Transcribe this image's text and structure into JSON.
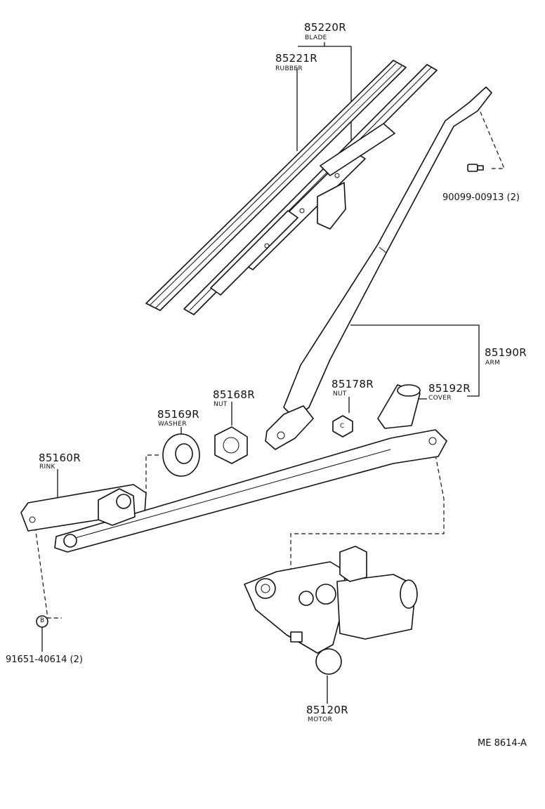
{
  "parts": {
    "blade": {
      "number": "85220R",
      "name": "BLADE"
    },
    "rubber": {
      "number": "85221R",
      "name": "RUBBER"
    },
    "screw": {
      "number": "90099-00913 (2)"
    },
    "arm": {
      "number": "85190R",
      "name": "ARM"
    },
    "nut_small": {
      "number": "85178R",
      "name": "NUT"
    },
    "cover": {
      "number": "85192R",
      "name": "COVER"
    },
    "nut": {
      "number": "85168R",
      "name": "NUT"
    },
    "washer": {
      "number": "85169R",
      "name": "WASHER"
    },
    "link": {
      "number": "85160R",
      "name": "RINK"
    },
    "bolt": {
      "number": "91651-40614 (2)",
      "marker": "B"
    },
    "motor": {
      "number": "85120R",
      "name": "MOTOR"
    }
  },
  "diagram_ref": "ME 8614-A",
  "nut_marker": "C"
}
